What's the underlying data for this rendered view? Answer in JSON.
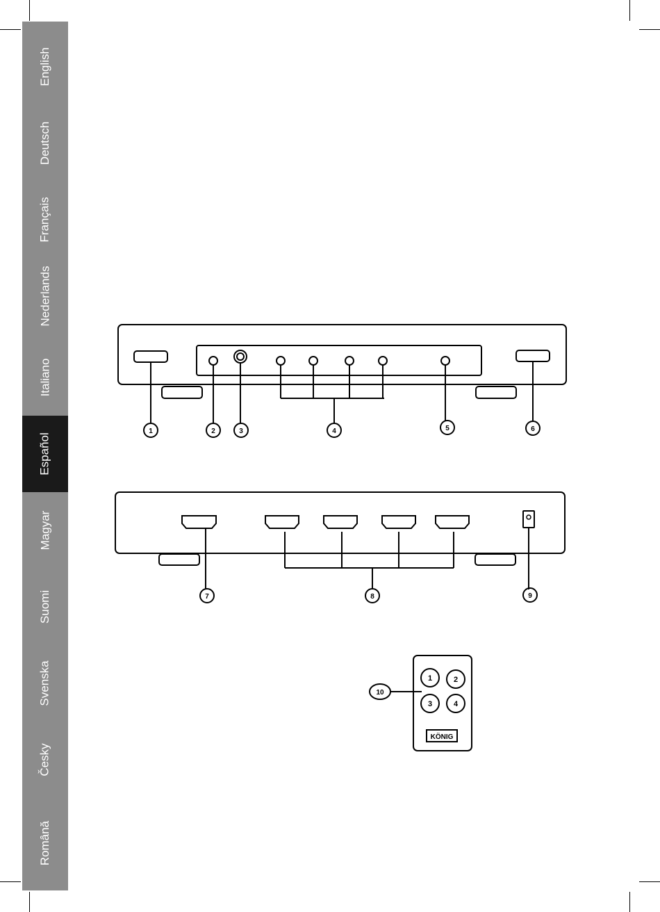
{
  "sidebar": {
    "active_index": 5,
    "tabs": [
      {
        "label": "English"
      },
      {
        "label": "Deutsch"
      },
      {
        "label": "Français"
      },
      {
        "label": "Nederlands"
      },
      {
        "label": "Italiano"
      },
      {
        "label": "Español"
      },
      {
        "label": "Magyar"
      },
      {
        "label": "Suomi"
      },
      {
        "label": "Svenska"
      },
      {
        "label": "Česky"
      },
      {
        "label": "Română"
      }
    ]
  },
  "diagram": {
    "callouts": {
      "c1": "1",
      "c2": "2",
      "c3": "3",
      "c4": "4",
      "c5": "5",
      "c6": "6",
      "c7": "7",
      "c8": "8",
      "c9": "9",
      "c10": "10"
    },
    "remote": {
      "buttons": [
        "1",
        "2",
        "3",
        "4"
      ],
      "brand": "KÖNIG"
    }
  },
  "colors": {
    "sidebar": "#8c8c8c",
    "sidebar_active": "#1a1a1a",
    "line": "#000000"
  }
}
